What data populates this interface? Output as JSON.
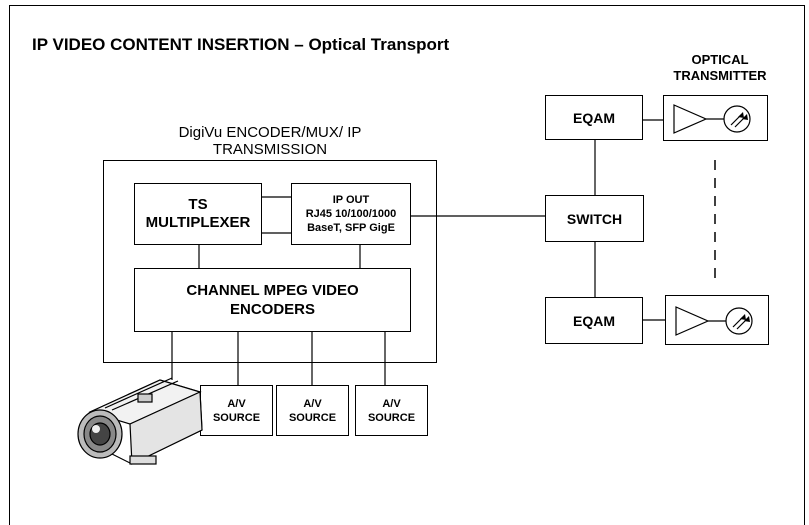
{
  "diagram": {
    "title": "IP VIDEO CONTENT INSERTION – Optical Transport",
    "encoder_caption_line1": "DigiVu ENCODER/MUX/ IP",
    "encoder_caption_line2": "TRANSMISSION",
    "optical_title_line1": "OPTICAL",
    "optical_title_line2": "TRANSMITTER",
    "ts_multiplexer": "TS\nMULTIPLEXER",
    "ip_out": "IP OUT\nRJ45 10/100/1000\nBaseT, SFP GigE",
    "channel_encoders": "CHANNEL MPEG VIDEO\nENCODERS",
    "av_sources": [
      "A/V\nSOURCE",
      "A/V\nSOURCE",
      "A/V\nSOURCE"
    ],
    "switch": "SWITCH",
    "eqam_top": "EQAM",
    "eqam_bottom": "EQAM",
    "icons": [
      "amplifier-triangle-icon",
      "laser-diode-icon",
      "video-camera-icon"
    ]
  }
}
